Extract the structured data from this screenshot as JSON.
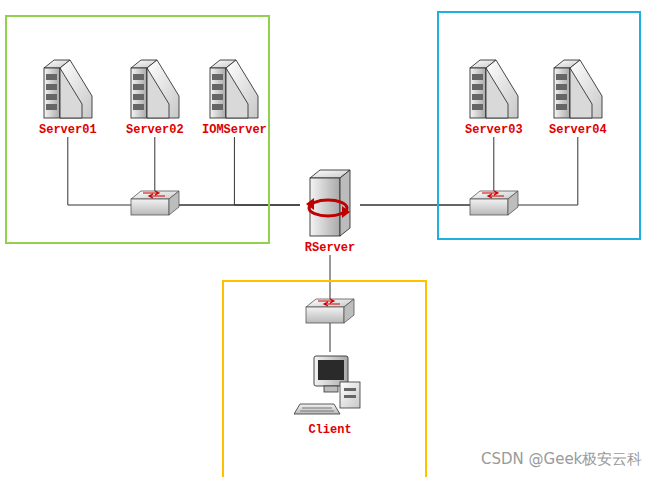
{
  "diagram": {
    "nodes": [
      {
        "text": [
          "Server01"
        ]
      },
      {
        "text": [
          "Server02"
        ]
      },
      {
        "text": [
          "IOMServer"
        ]
      },
      {
        "text": [
          "RServer"
        ]
      },
      {
        "text": [
          "Server03"
        ]
      },
      {
        "text": [
          "Server04"
        ]
      },
      {
        "text": [
          "Client"
        ]
      }
    ],
    "edges": [
      {
        "from": 0,
        "to": 3,
        "arrow": "none"
      },
      {
        "from": 1,
        "to": 3,
        "arrow": "none"
      },
      {
        "from": 2,
        "to": 3,
        "arrow": "none"
      },
      {
        "from": 4,
        "to": 3,
        "arrow": "none"
      },
      {
        "from": 5,
        "to": 3,
        "arrow": "none"
      },
      {
        "from": 6,
        "to": 3,
        "arrow": "none"
      }
    ],
    "labels": [
      "CSDN @Geek极安云科"
    ]
  }
}
